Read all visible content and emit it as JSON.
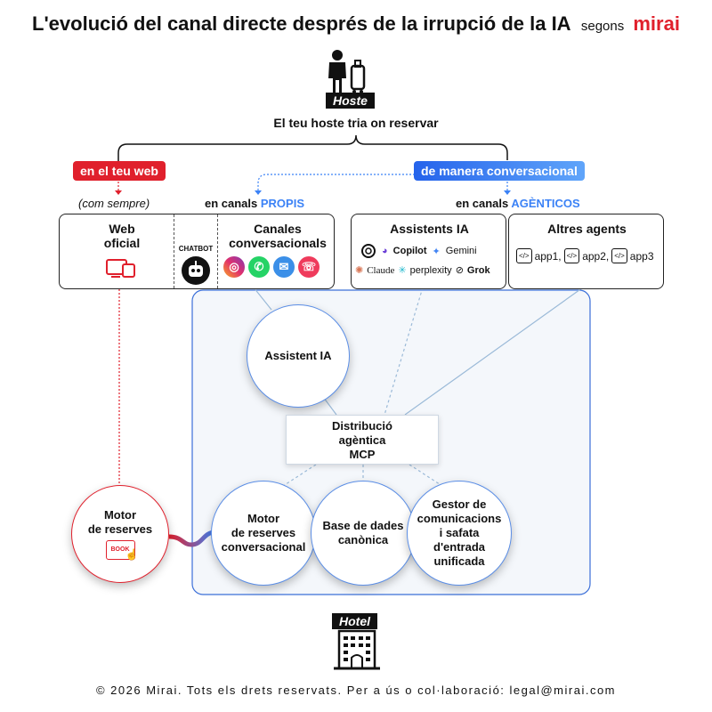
{
  "title": {
    "main": "L'evolució del canal directe després de la irrupció de la IA",
    "segons": "segons",
    "brand": "mirai"
  },
  "guest": {
    "label": "Hoste",
    "subtitle": "El teu hoste tria on reservar"
  },
  "branches": {
    "web": "en el teu web",
    "conversational": "de manera conversacional"
  },
  "channel_labels": {
    "always": "(com sempre)",
    "own_prefix": "en canals ",
    "own_highlight": "PROPIS",
    "agentic_prefix": "en canals ",
    "agentic_highlight": "AGÈNTICOS"
  },
  "web_card": {
    "title_l1": "Web",
    "title_l2": "oficial",
    "chatbot": "CHATBOT"
  },
  "conv_card": {
    "title_l1": "Canales",
    "title_l2": "conversacionals"
  },
  "ai_card": {
    "title": "Assistents IA",
    "brands": [
      "Copilot",
      "Gemini",
      "Claude",
      "perplexity",
      "Grok"
    ]
  },
  "agents_card": {
    "title": "Altres agents",
    "apps": [
      "app1,",
      "app2,",
      "app3"
    ]
  },
  "circles": {
    "assistant": "Assistent IA",
    "motor_conv_l1": "Motor",
    "motor_conv_l2": "de reserves",
    "motor_conv_l3": "conversacional",
    "db_l1": "Base de dades",
    "db_l2": "canònica",
    "comms_l1": "Gestor de",
    "comms_l2": "comunicacions",
    "comms_l3": "i safata",
    "comms_l4": "d'entrada",
    "comms_l5": "unificada",
    "motor_l1": "Motor",
    "motor_l2": "de reserves",
    "book": "BOOK"
  },
  "distribution": {
    "l1": "Distribució",
    "l2": "agèntica",
    "l3": "MCP"
  },
  "hotel": {
    "label": "Hotel"
  },
  "footer": "© 2026 Mirai. Tots els drets reservats. Per a ús o col·laboració: legal@mirai.com",
  "colors": {
    "red": "#e0202c",
    "blue": "#3b82f6",
    "dark": "#111111"
  }
}
